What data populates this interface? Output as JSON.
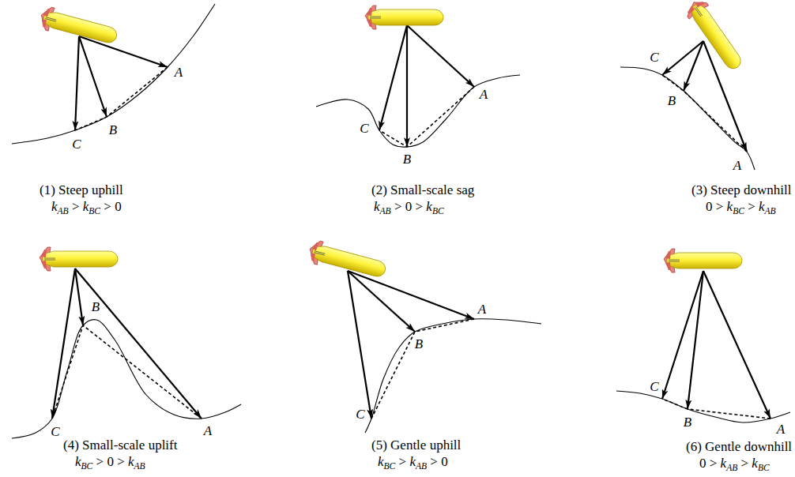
{
  "diagram": {
    "labels": [
      "A",
      "B",
      "C",
      "(1) Steep uphill",
      "kAB > kBC > 0",
      "A",
      "B",
      "C",
      "(2) Small-scale sag",
      "kAB > 0 > kBC",
      "A",
      "B",
      "C",
      "(3) Steep downhill",
      "0 > kBC > kAB",
      "A",
      "B",
      "C",
      "(4) Small-scale uplift",
      "kBC > 0 > kAB",
      "A",
      "B",
      "C",
      "(5) Gentle uphill",
      "kBC > kAB > 0",
      "A",
      "B",
      "C",
      "(6) Gentle downhill",
      "0 > kAB > kBC"
    ]
  }
}
